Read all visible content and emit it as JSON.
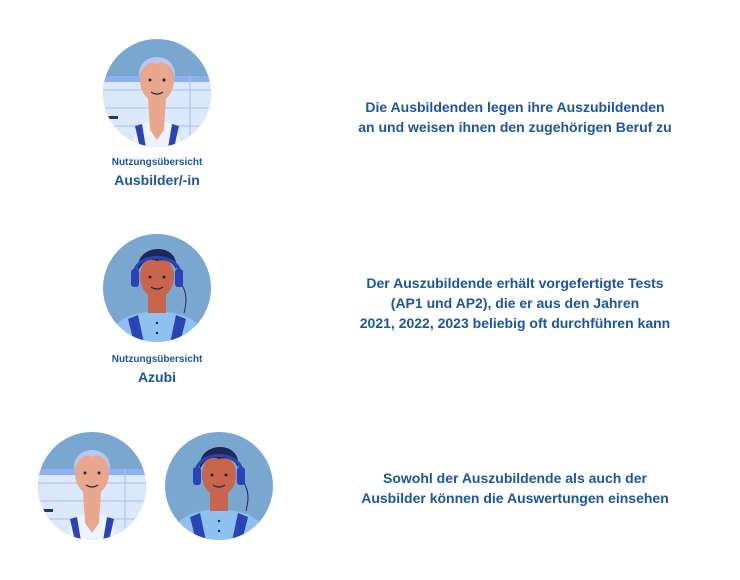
{
  "sections": [
    {
      "label_small": "Nutzungsübersicht",
      "label_big": "Ausbilder/-in",
      "description": [
        "Die Ausbildenden legen ihre Auszubildenden",
        "an und weisen ihnen den zugehörigen Beruf zu"
      ]
    },
    {
      "label_small": "Nutzungsübersicht",
      "label_big": "Azubi",
      "description": [
        "Der Auszubildende erhält vorgefertigte Tests",
        "(AP1 und AP2), die er aus den Jahren",
        "2021, 2022, 2023 beliebig oft durchführen kann"
      ]
    },
    {
      "description": [
        "Sowohl der Auszubildende als auch der",
        "Ausbilder können die Auswertungen einsehen"
      ]
    }
  ],
  "colors": {
    "text": "#1b55a3",
    "avatar_bg": "#7aa7cf",
    "strap": "#2a44b8"
  }
}
